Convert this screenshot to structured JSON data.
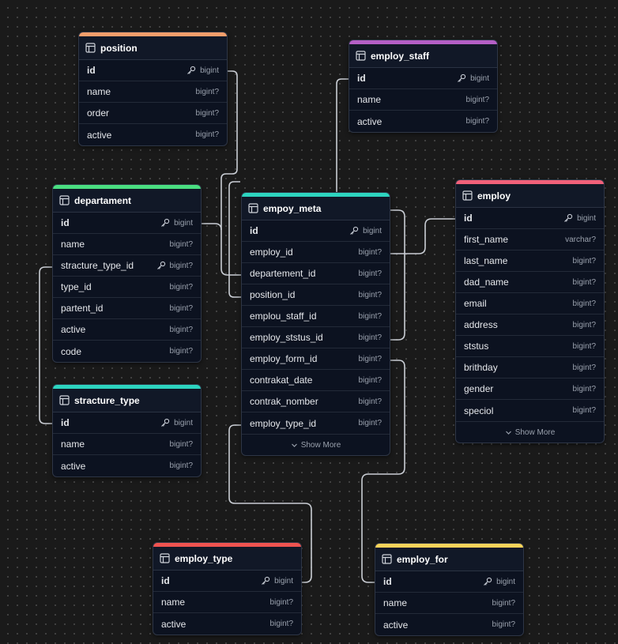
{
  "colors": {
    "position": "#f59e6b",
    "employ_staff": "#b45fc6",
    "departament": "#4ade80",
    "empoy_meta": "#2dd4bf",
    "employ": "#f0607a",
    "stracture_type": "#2dd4bf",
    "employ_type": "#ef5350",
    "employ_for": "#fbd35a"
  },
  "tables": {
    "position": {
      "name": "position",
      "fields": [
        {
          "name": "id",
          "type": "bigint"
        },
        {
          "name": "name",
          "type": "bigint?"
        },
        {
          "name": "order",
          "type": "bigint?"
        },
        {
          "name": "active",
          "type": "bigint?"
        }
      ]
    },
    "employ_staff": {
      "name": "employ_staff",
      "fields": [
        {
          "name": "id",
          "type": "bigint"
        },
        {
          "name": "name",
          "type": "bigint?"
        },
        {
          "name": "active",
          "type": "bigint?"
        }
      ]
    },
    "departament": {
      "name": "departament",
      "fields": [
        {
          "name": "id",
          "type": "bigint"
        },
        {
          "name": "name",
          "type": "bigint?"
        },
        {
          "name": "stracture_type_id",
          "type": "bigint?"
        },
        {
          "name": "type_id",
          "type": "bigint?"
        },
        {
          "name": "partent_id",
          "type": "bigint?"
        },
        {
          "name": "active",
          "type": "bigint?"
        },
        {
          "name": "code",
          "type": "bigint?"
        }
      ]
    },
    "empoy_meta": {
      "name": "empoy_meta",
      "fields": [
        {
          "name": "id",
          "type": "bigint"
        },
        {
          "name": "employ_id",
          "type": "bigint?"
        },
        {
          "name": "departement_id",
          "type": "bigint?"
        },
        {
          "name": "position_id",
          "type": "bigint?"
        },
        {
          "name": "emplou_staff_id",
          "type": "bigint?"
        },
        {
          "name": "employ_ststus_id",
          "type": "bigint?"
        },
        {
          "name": "employ_form_id",
          "type": "bigint?"
        },
        {
          "name": "contrakat_date",
          "type": "bigint?"
        },
        {
          "name": "contrak_nomber",
          "type": "bigint?"
        },
        {
          "name": "employ_type_id",
          "type": "bigint?"
        }
      ],
      "show_more": "Show More"
    },
    "employ": {
      "name": "employ",
      "fields": [
        {
          "name": "id",
          "type": "bigint"
        },
        {
          "name": "first_name",
          "type": "varchar?"
        },
        {
          "name": "last_name",
          "type": "bigint?"
        },
        {
          "name": "dad_name",
          "type": "bigint?"
        },
        {
          "name": "email",
          "type": "bigint?"
        },
        {
          "name": "address",
          "type": "bigint?"
        },
        {
          "name": "ststus",
          "type": "bigint?"
        },
        {
          "name": "brithday",
          "type": "bigint?"
        },
        {
          "name": "gender",
          "type": "bigint?"
        },
        {
          "name": "speciol",
          "type": "bigint?"
        }
      ],
      "show_more": "Show More"
    },
    "stracture_type": {
      "name": "stracture_type",
      "fields": [
        {
          "name": "id",
          "type": "bigint"
        },
        {
          "name": "name",
          "type": "bigint?"
        },
        {
          "name": "active",
          "type": "bigint?"
        }
      ]
    },
    "employ_type": {
      "name": "employ_type",
      "fields": [
        {
          "name": "id",
          "type": "bigint"
        },
        {
          "name": "name",
          "type": "bigint?"
        },
        {
          "name": "active",
          "type": "bigint?"
        }
      ]
    },
    "employ_for": {
      "name": "employ_for",
      "fields": [
        {
          "name": "id",
          "type": "bigint"
        },
        {
          "name": "name",
          "type": "bigint?"
        },
        {
          "name": "active",
          "type": "bigint?"
        }
      ]
    }
  }
}
